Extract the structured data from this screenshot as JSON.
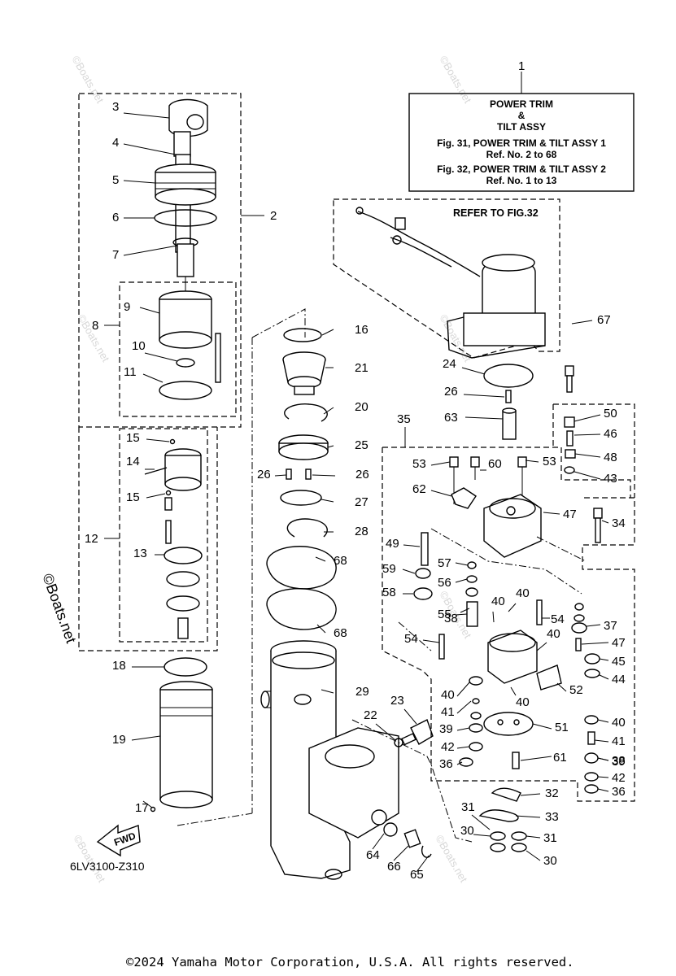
{
  "title_box": {
    "ref_no": "1",
    "line1": "POWER TRIM",
    "line2": "&",
    "line3": "TILT ASSY",
    "line4": "Fig. 31, POWER TRIM & TILT ASSY 1",
    "line5": "Ref. No. 2 to 68",
    "line6": "Fig. 32, POWER TRIM & TILT ASSY 2",
    "line7": "Ref. No. 1 to 13"
  },
  "refer_box": {
    "label": "REFER TO FIG.32"
  },
  "diagram_code": "6LV3100-Z310",
  "fwd_label": "FWD",
  "watermark": "©Boats.net",
  "copyright": "©2024 Yamaha Motor Corporation, U.S.A. All rights reserved.",
  "callouts": [
    "2",
    "3",
    "4",
    "5",
    "6",
    "7",
    "8",
    "9",
    "10",
    "11",
    "12",
    "13",
    "14",
    "15",
    "16",
    "17",
    "18",
    "19",
    "20",
    "21",
    "22",
    "23",
    "24",
    "25",
    "26",
    "27",
    "28",
    "29",
    "30",
    "31",
    "32",
    "33",
    "34",
    "35",
    "36",
    "37",
    "38",
    "39",
    "40",
    "41",
    "42",
    "43",
    "44",
    "45",
    "46",
    "47",
    "48",
    "49",
    "50",
    "51",
    "52",
    "53",
    "54",
    "55",
    "56",
    "57",
    "58",
    "59",
    "60",
    "61",
    "62",
    "63",
    "64",
    "65",
    "66",
    "67",
    "68"
  ]
}
